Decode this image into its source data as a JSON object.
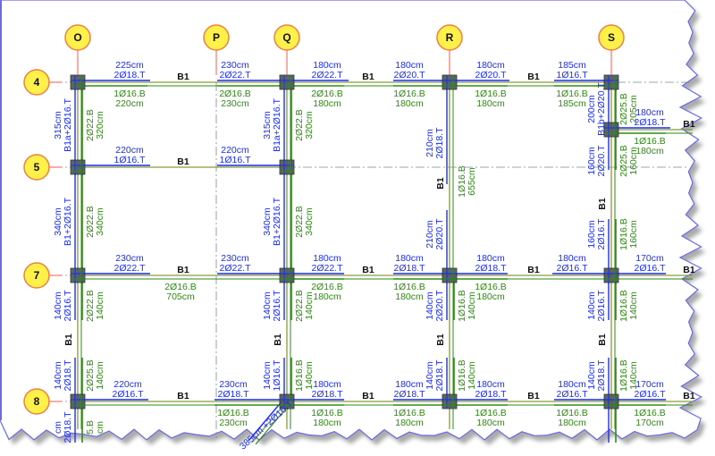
{
  "drawing": {
    "title": "Beam reinforcement plan",
    "colors": {
      "top_bar": "#1a2cff",
      "bottom_bar": "#2e8b12",
      "beam_line": "#8a9a3a",
      "column_fill": "#4a5a5a",
      "axis_line": "#f05a4a",
      "bubble_fill": "#fff04a",
      "bubble_stroke": "#f08040",
      "grid_dash": "#7a8a8a",
      "torn_edge": "#6a6ae8"
    },
    "grid_columns": [
      {
        "id": "O",
        "label": "O"
      },
      {
        "id": "P",
        "label": "P"
      },
      {
        "id": "Q",
        "label": "Q"
      },
      {
        "id": "R",
        "label": "R"
      },
      {
        "id": "S",
        "label": "S"
      }
    ],
    "grid_rows": [
      {
        "id": "4",
        "label": "4"
      },
      {
        "id": "5",
        "label": "5"
      },
      {
        "id": "7",
        "label": "7"
      },
      {
        "id": "8",
        "label": "8"
      }
    ],
    "beam_mark": "B1",
    "horizontal_labels": [
      {
        "row": "4",
        "seg": "O-P",
        "side": "start",
        "top": [
          "225cm",
          "2Ø18.T"
        ],
        "bottom": [
          "1Ø16.B",
          "220cm"
        ]
      },
      {
        "row": "4",
        "seg": "O-P",
        "side": "end",
        "top": [
          "230cm",
          "2Ø22.T"
        ],
        "bottom": [
          "2Ø16.B",
          "230cm"
        ]
      },
      {
        "row": "4",
        "seg": "Q-R",
        "side": "start",
        "top": [
          "180cm",
          "2Ø22.T"
        ],
        "bottom": [
          "2Ø16.B",
          "180cm"
        ]
      },
      {
        "row": "4",
        "seg": "Q-R",
        "side": "end",
        "top": [
          "180cm",
          "2Ø20.T"
        ],
        "bottom": [
          "1Ø16.B",
          "180cm"
        ]
      },
      {
        "row": "4",
        "seg": "R-S",
        "side": "start",
        "top": [
          "180cm",
          "2Ø20.T"
        ],
        "bottom": [
          "1Ø16.B",
          "180cm"
        ]
      },
      {
        "row": "4",
        "seg": "R-S",
        "side": "end",
        "top": [
          "185cm",
          "1Ø16.T"
        ],
        "bottom": [
          "1Ø16.B",
          "185cm"
        ]
      },
      {
        "row": "4a",
        "seg": "S-east",
        "side": "start",
        "top": [
          "180cm",
          "2Ø18.T"
        ],
        "bottom": [
          "1Ø16.B",
          "180cm"
        ]
      },
      {
        "row": "5",
        "seg": "O-Q",
        "side": "start",
        "top": [
          "220cm",
          "1Ø16.T"
        ],
        "bottom": []
      },
      {
        "row": "5",
        "seg": "O-Q",
        "side": "end",
        "top": [
          "220cm",
          "1Ø16.T"
        ],
        "bottom": []
      },
      {
        "row": "7",
        "seg": "O-Q",
        "side": "start",
        "top": [
          "230cm",
          "2Ø22.T"
        ],
        "bottom": []
      },
      {
        "row": "7",
        "seg": "O-Q",
        "side": "mid",
        "top": [],
        "bottom": [
          "2Ø16.B",
          "705cm"
        ]
      },
      {
        "row": "7",
        "seg": "O-Q",
        "side": "end",
        "top": [
          "230cm",
          "2Ø22.T"
        ],
        "bottom": []
      },
      {
        "row": "7",
        "seg": "Q-R",
        "side": "start",
        "top": [
          "180cm",
          "2Ø22.T"
        ],
        "bottom": [
          "2Ø16.B",
          "180cm"
        ]
      },
      {
        "row": "7",
        "seg": "Q-R",
        "side": "end",
        "top": [
          "180cm",
          "2Ø18.T"
        ],
        "bottom": [
          "1Ø16.B",
          "180cm"
        ]
      },
      {
        "row": "7",
        "seg": "R-S",
        "side": "start",
        "top": [
          "180cm",
          "2Ø18.T"
        ],
        "bottom": [
          "1Ø16.B",
          "180cm"
        ]
      },
      {
        "row": "7",
        "seg": "R-S",
        "side": "end",
        "top": [
          "180cm",
          "2Ø16.T"
        ],
        "bottom": []
      },
      {
        "row": "7",
        "seg": "S-east",
        "side": "start",
        "top": [
          "170cm",
          "2Ø16.T"
        ],
        "bottom": []
      },
      {
        "row": "8",
        "seg": "O-Q",
        "side": "start",
        "top": [
          "220cm",
          "2Ø16.T"
        ],
        "bottom": []
      },
      {
        "row": "8",
        "seg": "O-Q",
        "side": "end",
        "top": [
          "230cm",
          "2Ø18.T"
        ],
        "bottom": [
          "1Ø16.B",
          "230cm"
        ]
      },
      {
        "row": "8",
        "seg": "Q-R",
        "side": "start",
        "top": [
          "180cm",
          "2Ø18.T"
        ],
        "bottom": [
          "1Ø16.B",
          "180cm"
        ]
      },
      {
        "row": "8",
        "seg": "Q-R",
        "side": "end",
        "top": [
          "180cm",
          "2Ø18.T"
        ],
        "bottom": [
          "1Ø16.B",
          "180cm"
        ]
      },
      {
        "row": "8",
        "seg": "R-S",
        "side": "start",
        "top": [
          "180cm",
          "2Ø18.T"
        ],
        "bottom": [
          "1Ø16.B",
          "180cm"
        ]
      },
      {
        "row": "8",
        "seg": "R-S",
        "side": "end",
        "top": [
          "180cm",
          "2Ø16.T"
        ],
        "bottom": [
          "1Ø16.B",
          "180cm"
        ]
      },
      {
        "row": "8",
        "seg": "S-east",
        "side": "start",
        "top": [
          "170cm",
          "2Ø16.T"
        ],
        "bottom": [
          "1Ø16.B",
          "170cm"
        ]
      }
    ],
    "vertical_labels": [
      {
        "col": "O",
        "seg": "4-5",
        "top": [
          "315cm",
          "B1a+2Ø16.T"
        ],
        "bottom": [
          "2Ø22.B",
          "320cm"
        ]
      },
      {
        "col": "O",
        "seg": "5-7",
        "top": [
          "340cm",
          "B1+2Ø16.T"
        ],
        "bottom": [
          "2Ø22.B",
          "340cm"
        ]
      },
      {
        "col": "O",
        "seg": "7-8a",
        "top": [
          "140cm",
          "2Ø16.T"
        ],
        "bottom": [
          "2Ø22.B",
          "140cm"
        ]
      },
      {
        "col": "O",
        "seg": "7-8b",
        "top": [
          "140cm",
          "2Ø18.T"
        ],
        "bottom": [
          "2Ø25.B",
          "140cm"
        ]
      },
      {
        "col": "Q",
        "seg": "4-5",
        "top": [
          "315cm",
          "B1a+2Ø16.T"
        ],
        "bottom": [
          "2Ø22.B",
          "320cm"
        ]
      },
      {
        "col": "Q",
        "seg": "5-7",
        "top": [
          "340cm",
          "B1+2Ø16.T"
        ],
        "bottom": [
          "2Ø22.B",
          "340cm"
        ]
      },
      {
        "col": "Q",
        "seg": "7-8a",
        "top": [
          "140cm",
          "2Ø16.T"
        ],
        "bottom": [
          "2Ø22.B",
          "140cm"
        ]
      },
      {
        "col": "Q",
        "seg": "7-8b",
        "top": [
          "140cm",
          "1Ø16.T"
        ],
        "bottom": [
          "1Ø16.B",
          "140cm"
        ]
      },
      {
        "col": "R",
        "seg": "4-7a",
        "top": [
          "210cm",
          "2Ø18.T"
        ],
        "bottom": []
      },
      {
        "col": "R",
        "seg": "4-7mid",
        "top": [],
        "bottom": [
          "1Ø16.B",
          "655cm"
        ]
      },
      {
        "col": "R",
        "seg": "4-7b",
        "top": [
          "210cm",
          "2Ø20.T"
        ],
        "bottom": []
      },
      {
        "col": "R",
        "seg": "7-8a",
        "top": [
          "140cm",
          "2Ø20.T"
        ],
        "bottom": [
          "1Ø16.B",
          "140cm"
        ]
      },
      {
        "col": "R",
        "seg": "7-8b",
        "top": [
          "140cm",
          "2Ø18.T"
        ],
        "bottom": [
          "1Ø16.B",
          "140cm"
        ]
      },
      {
        "col": "S",
        "seg": "4-4a",
        "top": [
          "200cm",
          "B1b+2Ø20.T"
        ],
        "bottom": [
          "2Ø25.B",
          "205cm"
        ]
      },
      {
        "col": "S",
        "seg": "4a-7a",
        "top": [
          "160cm",
          "2Ø20.T"
        ],
        "bottom": [
          "2Ø25.B",
          "160cm"
        ]
      },
      {
        "col": "S",
        "seg": "4a-7b",
        "top": [
          "160cm",
          "2Ø16.T"
        ],
        "bottom": [
          "1Ø16.B",
          "160cm"
        ]
      },
      {
        "col": "S",
        "seg": "7-8a",
        "top": [
          "140cm",
          "2Ø16.T"
        ],
        "bottom": [
          "1Ø16.B",
          "140cm"
        ]
      },
      {
        "col": "S",
        "seg": "7-8b",
        "top": [
          "140cm",
          "2Ø18.T"
        ],
        "bottom": [
          "1Ø16.B",
          "140cm"
        ]
      }
    ],
    "diagonal_label": {
      "top": [
        "385cm",
        "+2Ø16.T"
      ]
    },
    "cut_labels": {
      "O_below_8_top": [
        "cm",
        "2Ø18.T"
      ],
      "O_below_8_bottom": [
        "5.B",
        "cm"
      ]
    }
  }
}
